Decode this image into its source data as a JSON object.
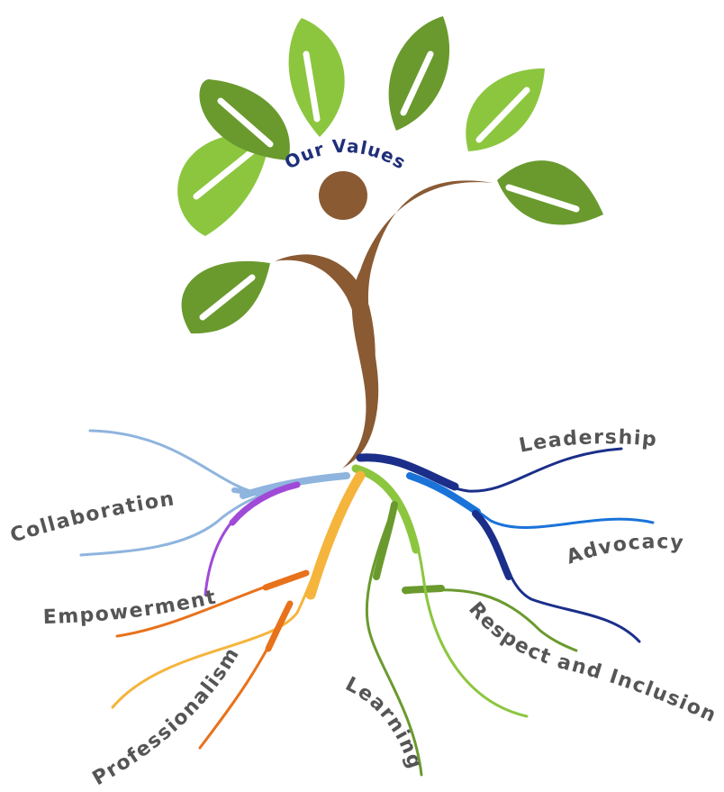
{
  "title": "Our Values",
  "values": [
    {
      "label": "Leadership",
      "color": "#1b2f8a"
    },
    {
      "label": "Advocacy",
      "color": "#1a73d9"
    },
    {
      "label": "Respect and Inclusion",
      "color": "#6b9a32"
    },
    {
      "label": "Learning",
      "color": "#6b9a32"
    },
    {
      "label": "Professionalism",
      "color": "#f5b43c"
    },
    {
      "label": "Empowerment",
      "color": "#e8721c"
    },
    {
      "label": "Collaboration",
      "color": "#8fb4de"
    }
  ],
  "colors": {
    "trunk": "#8a5a33",
    "leaf_light": "#8cc63f",
    "leaf_dark": "#6a9a2e",
    "title_text": "#1f2f7a",
    "label_text": "#555555",
    "empowerment_purple": "#a04ad8"
  }
}
